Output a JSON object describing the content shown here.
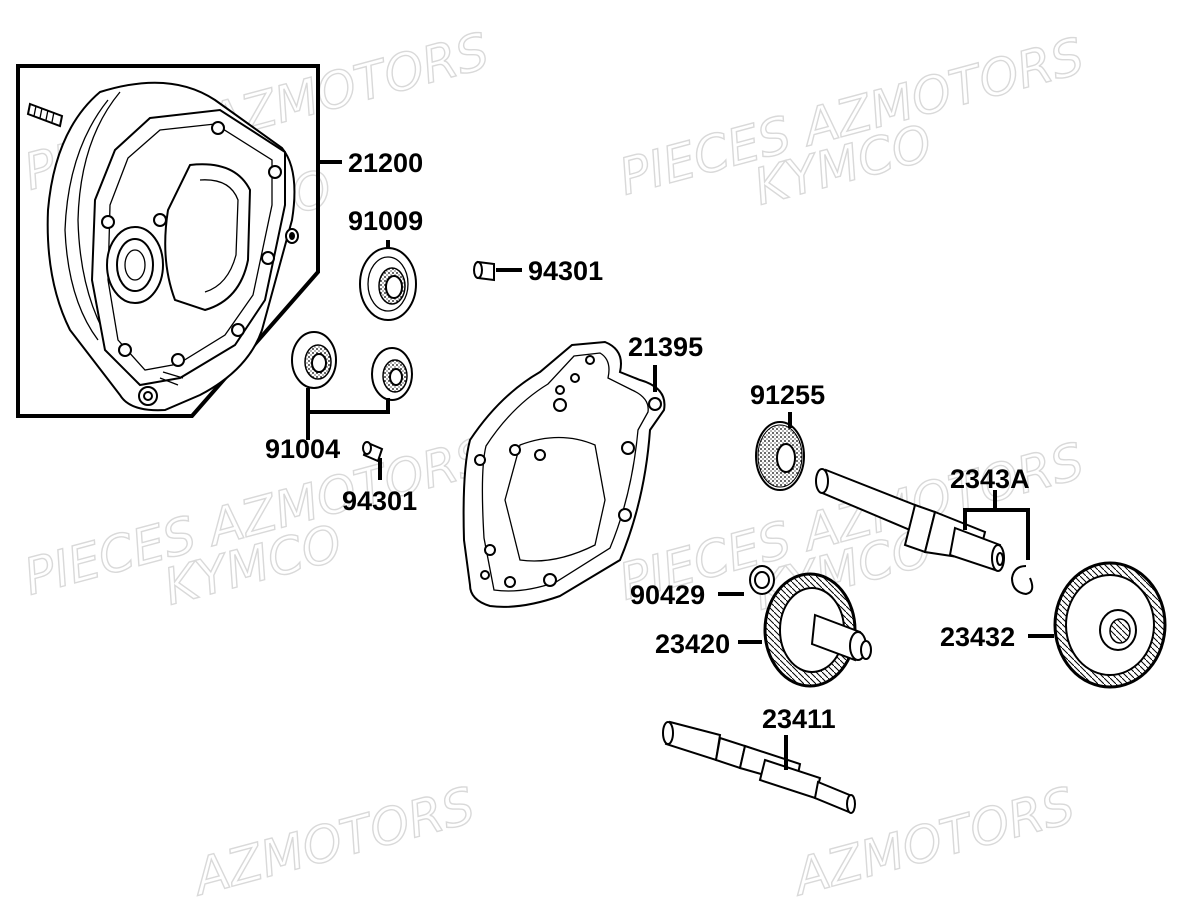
{
  "watermarks": [
    {
      "text": "PIECES AZMOTORS"
    },
    {
      "text": "KYMCO"
    },
    {
      "text": "PIECES AZMOTORS"
    },
    {
      "text": "KYMCO"
    },
    {
      "text": "PIECES AZMOTORS"
    },
    {
      "text": "KYMCO"
    },
    {
      "text": "PIECES AZMOTORS"
    },
    {
      "text": "KYMCO"
    },
    {
      "text": "AZMOTORS"
    },
    {
      "text": "AZMOTORS"
    }
  ],
  "parts": {
    "p21200": "21200",
    "p91009": "91009",
    "p94301a": "94301",
    "p21395": "21395",
    "p91255": "91255",
    "p91004": "91004",
    "p94301b": "94301",
    "p2343A": "2343A",
    "p90429": "90429",
    "p23420": "23420",
    "p23432": "23432",
    "p23411": "23411"
  }
}
